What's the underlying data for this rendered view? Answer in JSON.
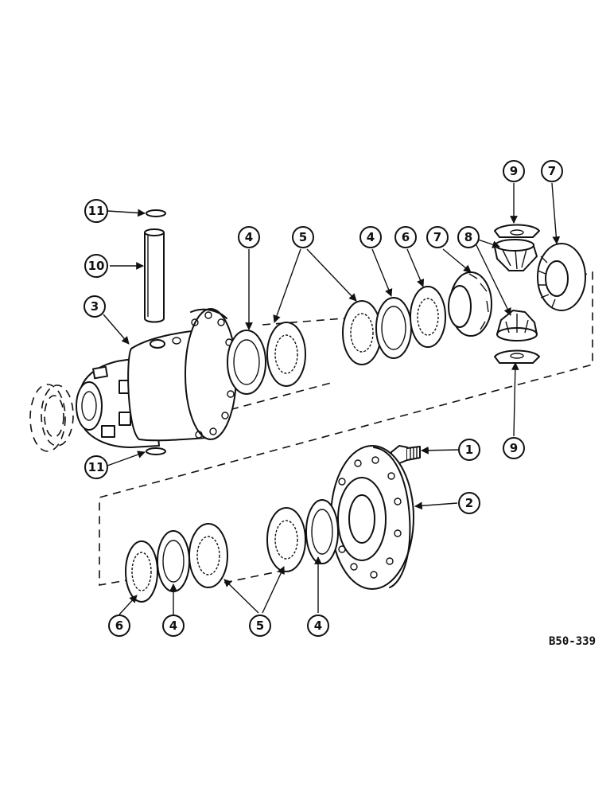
{
  "drawing_code": "B50-339",
  "callouts": [
    {
      "label": "1"
    },
    {
      "label": "2"
    },
    {
      "label": "3"
    },
    {
      "label": "4"
    },
    {
      "label": "4"
    },
    {
      "label": "4"
    },
    {
      "label": "4"
    },
    {
      "label": "5"
    },
    {
      "label": "5"
    },
    {
      "label": "6"
    },
    {
      "label": "6"
    },
    {
      "label": "7"
    },
    {
      "label": "7"
    },
    {
      "label": "8"
    },
    {
      "label": "9"
    },
    {
      "label": "9"
    },
    {
      "label": "10"
    },
    {
      "label": "11"
    },
    {
      "label": "11"
    }
  ]
}
